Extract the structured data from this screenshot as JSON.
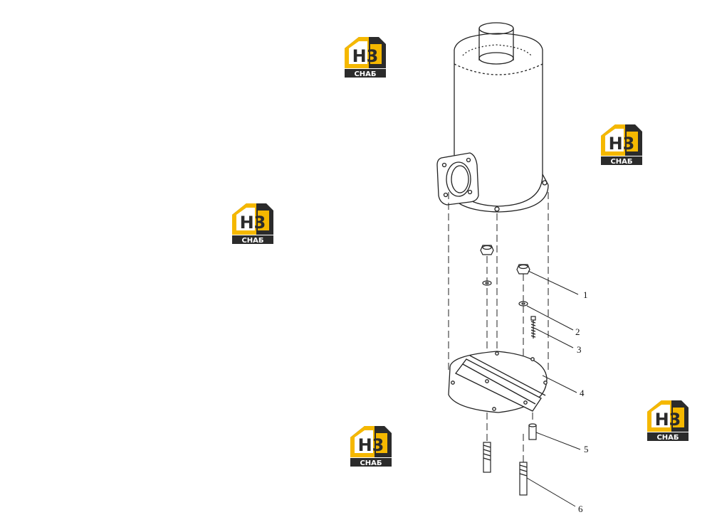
{
  "logo": {
    "top_text": "Н3",
    "bottom_text": "СНАБ",
    "colors": {
      "yellow": "#f5b800",
      "dark": "#2b2b2b",
      "text_light": "#ffffff"
    }
  },
  "callouts": [
    {
      "label": "1"
    },
    {
      "label": "2"
    },
    {
      "label": "3"
    },
    {
      "label": "4"
    },
    {
      "label": "5"
    },
    {
      "label": "6"
    }
  ],
  "colors": {
    "line": "#222222",
    "background": "#ffffff"
  }
}
